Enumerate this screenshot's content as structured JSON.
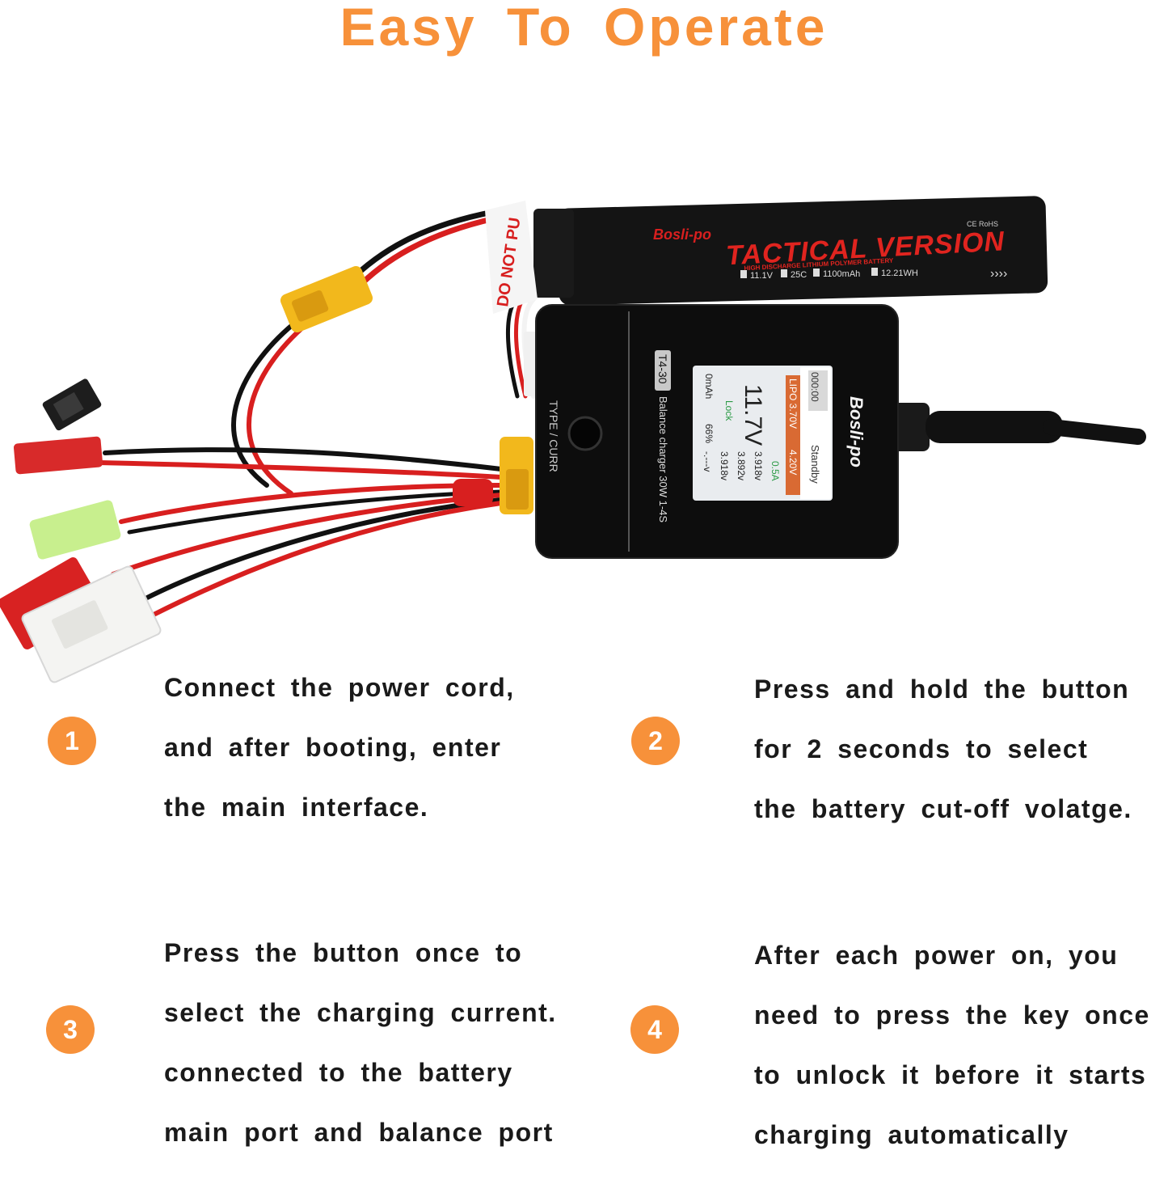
{
  "title": "Easy To Operate",
  "colors": {
    "accent": "#F7913A",
    "text": "#1a1a1a",
    "battery": "#141414",
    "charger": "#0d0d0d",
    "wire_red": "#d81f1f",
    "connector_yellow": "#f2b81c"
  },
  "product": {
    "battery": {
      "brand": "Bosli-po",
      "name": "TACTICAL VERSION",
      "subtitle": "HIGH DISCHARGE LITHIUM POLYMER BATTERY",
      "specs": [
        "11.1V",
        "25C",
        "1100mAh",
        "12.21WH"
      ],
      "cert": "CE RoHS",
      "tag": "DO NOT PU",
      "arrows": "››››"
    },
    "charger": {
      "brand": "Bosli-po",
      "model": "T4-30",
      "description": "Balance charger 30W 1-4S",
      "port_label": "TYPE / CURR",
      "screen": {
        "time": "000:00",
        "status": "Standby",
        "mode": "LIPO 3.70V",
        "target": "4.20V",
        "current": "0.5A",
        "voltage": "11.7V",
        "lock": "Lock",
        "cells": [
          "3.918v",
          "3.892v",
          "3.918v",
          "-.---v"
        ],
        "capacity": "0mAh",
        "percent": "66%"
      }
    }
  },
  "steps": [
    {
      "number": "1",
      "lines": [
        "Connect the power cord,",
        "and after booting, enter",
        "the main interface."
      ]
    },
    {
      "number": "2",
      "lines": [
        "Press and hold the button",
        "for 2 seconds to select",
        "the battery cut-off volatge."
      ]
    },
    {
      "number": "3",
      "lines": [
        "Press the button once to",
        "select the charging current.",
        "connected to the battery",
        "main port and balance port"
      ]
    },
    {
      "number": "4",
      "lines": [
        "After each power on, you",
        "need to press the key once",
        "to unlock it before it starts",
        "charging automatically"
      ]
    }
  ]
}
